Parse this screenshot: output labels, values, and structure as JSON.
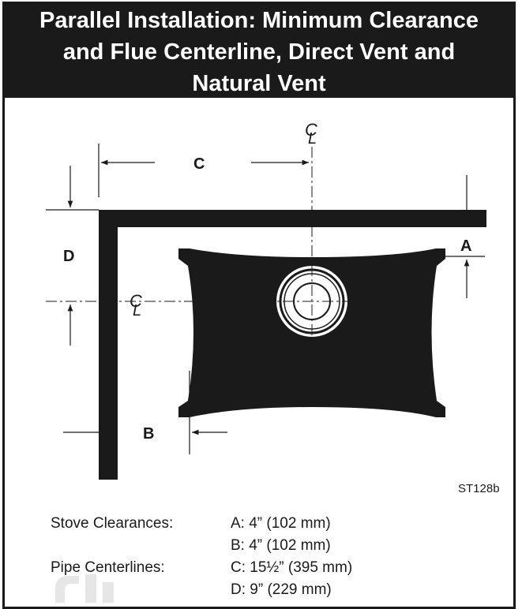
{
  "header": {
    "title_line1": "Parallel Installation: Minimum Clearance",
    "title_line2": "and Flue Centerline, Direct Vent and",
    "title_line3": "Natural Vent"
  },
  "diagram": {
    "label_a": "A",
    "label_b": "B",
    "label_c": "C",
    "label_d": "D",
    "centerline_top": "C",
    "centerline_side": "C",
    "centerline_sub": "L",
    "figure_id": "ST128b"
  },
  "legend": {
    "stove_clearances_label": "Stove Clearances:",
    "pipe_centerlines_label": "Pipe Centerlines:",
    "a_value": "A:  4” (102 mm)",
    "b_value": "B:  4” (102 mm)",
    "c_value": "C:  15½” (395 mm)",
    "d_value": "D:  9” (229 mm)"
  },
  "colors": {
    "ink": "#1a1a1a",
    "background": "#ffffff",
    "watermark": "#e6e6e6"
  }
}
